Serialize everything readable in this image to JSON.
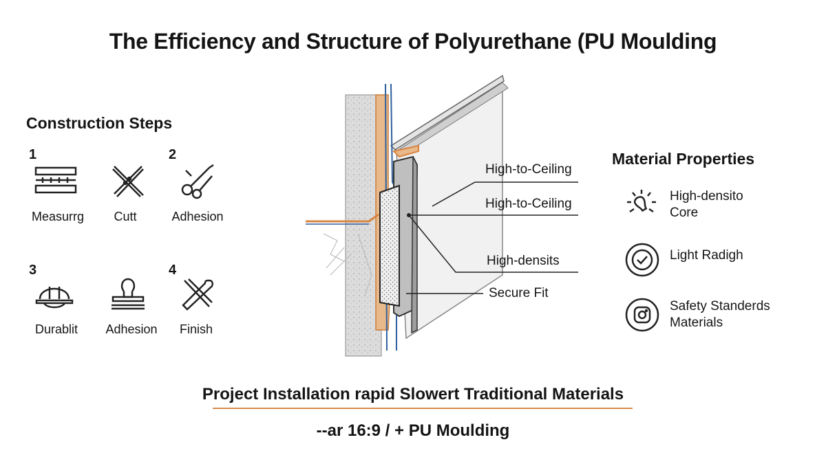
{
  "title": "The Efficiency and Structure of Polyurethane (PU Moulding",
  "construction": {
    "heading": "Construction Steps",
    "step_numbers": [
      "1",
      "2",
      "3",
      "4"
    ],
    "items": [
      {
        "label": "Measurrg",
        "icon": "ruler-icon"
      },
      {
        "label": "Cutt",
        "icon": "cross-cut-icon"
      },
      {
        "label": "Adhesion",
        "icon": "scissors-icon"
      },
      {
        "label": "Durablit",
        "icon": "hard-hat-icon"
      },
      {
        "label": "Adhesion",
        "icon": "clamp-icon"
      },
      {
        "label": "Finish",
        "icon": "tools-icon"
      }
    ]
  },
  "diagram": {
    "callouts": [
      "High-to-Ceiling",
      "High-to-Ceiling",
      "High-densits",
      "Secure Fit"
    ],
    "colors": {
      "wall": "#d9d9d9",
      "wood": "#e8b98a",
      "orange": "#d9843f",
      "blue": "#2f5f9e",
      "panel": "#ededed"
    }
  },
  "material": {
    "heading": "Material Properties",
    "items": [
      {
        "text": [
          "High-densito",
          "Core"
        ],
        "icon": "lightbulb-icon"
      },
      {
        "text": [
          "Light Radigh"
        ],
        "icon": "check-circle-icon"
      },
      {
        "text": [
          "Safety Standerds",
          "Materials"
        ],
        "icon": "camera-square-icon"
      }
    ]
  },
  "footer": {
    "line1": "Project Installation rapid Slowert Traditional Materials",
    "line2": "--ar 16:9 / + PU Moulding"
  }
}
